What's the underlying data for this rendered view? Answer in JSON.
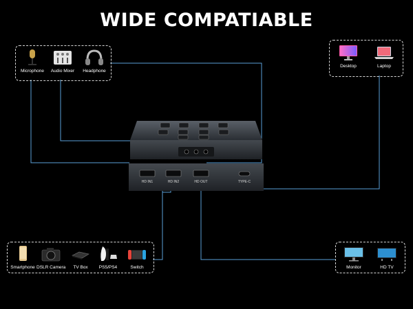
{
  "title": "WIDE COMPATIABLE",
  "audio_group": {
    "devices": [
      {
        "label": "Microphone",
        "icon": "microphone-icon"
      },
      {
        "label": "Audio Mixer",
        "icon": "audio-mixer-icon"
      },
      {
        "label": "Headphone",
        "icon": "headphone-icon"
      }
    ]
  },
  "computer_group": {
    "devices": [
      {
        "label": "Desktop",
        "icon": "desktop-icon"
      },
      {
        "label": "Laptop",
        "icon": "laptop-icon"
      }
    ]
  },
  "source_group": {
    "devices": [
      {
        "label": "Smartphone",
        "icon": "smartphone-icon"
      },
      {
        "label": "DSLR Camera",
        "icon": "dslr-camera-icon"
      },
      {
        "label": "TV Box",
        "icon": "tv-box-icon"
      },
      {
        "label": "PS5/PS4",
        "icon": "game-console-icon"
      },
      {
        "label": "Switch",
        "icon": "switch-console-icon"
      }
    ]
  },
  "display_group": {
    "devices": [
      {
        "label": "Monitor",
        "icon": "monitor-icon"
      },
      {
        "label": "HD TV",
        "icon": "hd-tv-icon"
      }
    ]
  },
  "device_ports": {
    "hd_in1": "HD IN1",
    "hd_in2": "HD IN2",
    "hd_out": "HD OUT",
    "type_c": "TYPE-C"
  },
  "colors": {
    "background": "#000000",
    "line": "#5aa0d8",
    "border": "#d8d8d8",
    "device_body": "#3a3f45"
  }
}
